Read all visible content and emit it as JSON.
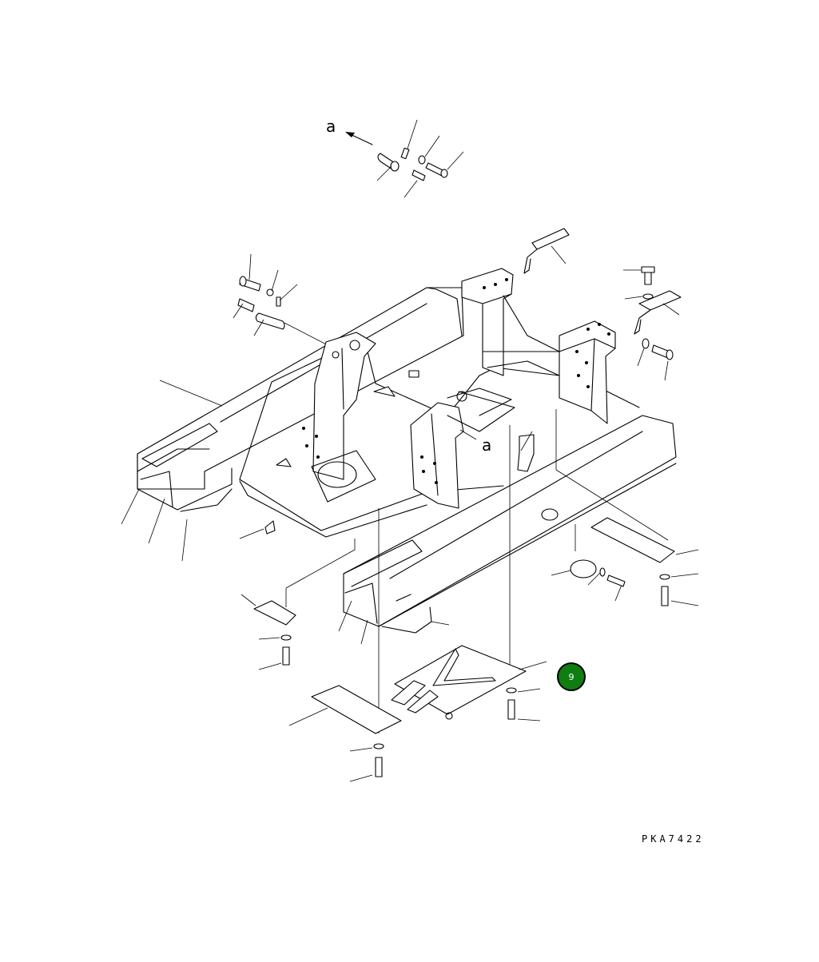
{
  "labels": {
    "view_a_top": "a",
    "view_a_mid": "a"
  },
  "drawing_code": "PKA7422",
  "callout": {
    "number": "9",
    "color": "#0f7d12"
  }
}
